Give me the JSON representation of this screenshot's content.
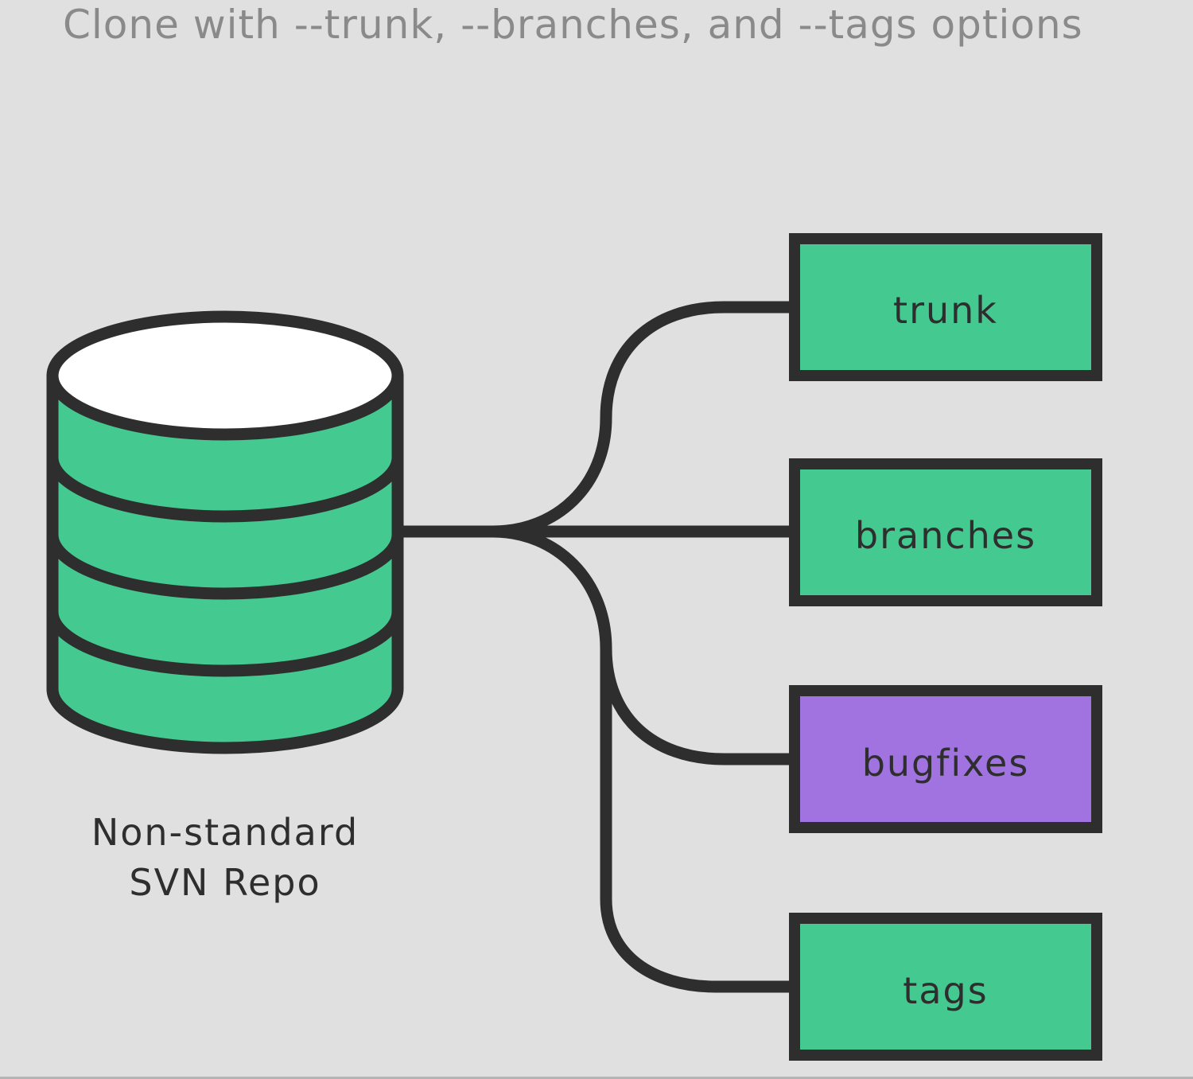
{
  "title": "Clone with --trunk, --branches, and --tags options",
  "repo": {
    "label_line1": "Non-standard",
    "label_line2": "SVN Repo",
    "icon": "database-icon"
  },
  "nodes": [
    {
      "label": "trunk",
      "highlighted": false
    },
    {
      "label": "branches",
      "highlighted": false
    },
    {
      "label": "bugfixes",
      "highlighted": true
    },
    {
      "label": "tags",
      "highlighted": false
    }
  ],
  "colors": {
    "background": "#e0e0e0",
    "green": "#44ca90",
    "purple": "#a073e0",
    "stroke": "#2e2e2e",
    "title_text": "#8a8a8a",
    "db_top": "#ffffff"
  }
}
